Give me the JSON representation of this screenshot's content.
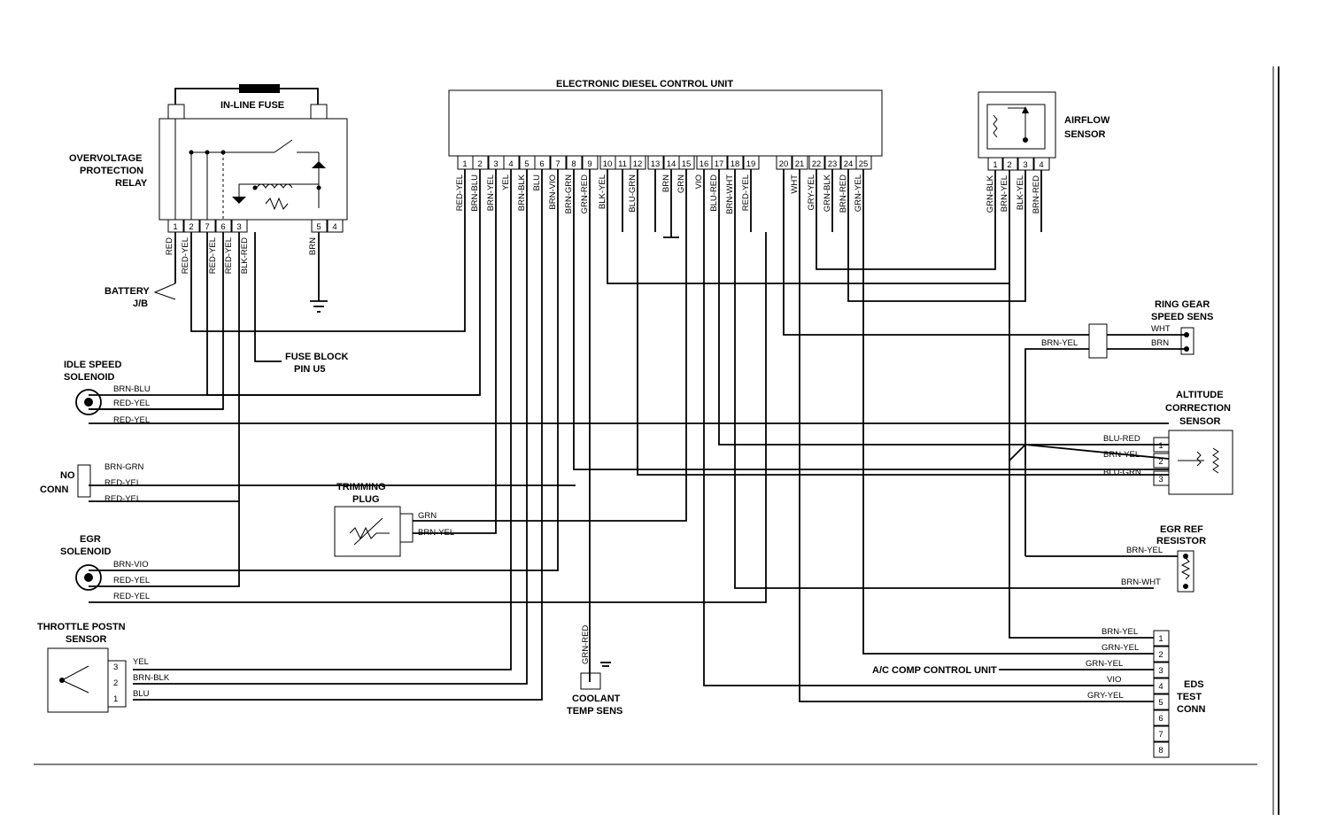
{
  "labels": {
    "ecu": "ELECTRONIC DIESEL CONTROL UNIT",
    "inline_fuse": "IN-LINE FUSE",
    "ovp_relay": [
      "OVERVOLTAGE",
      "PROTECTION",
      "RELAY"
    ],
    "airflow": [
      "AIRFLOW",
      "SENSOR"
    ],
    "ring_gear": [
      "RING GEAR",
      "SPEED SENS"
    ],
    "altitude": [
      "ALTITUDE",
      "CORRECTION",
      "SENSOR"
    ],
    "egr_ref": [
      "EGR REF",
      "RESISTOR"
    ],
    "battery": [
      "BATTERY",
      "J/B"
    ],
    "fuse_block": [
      "FUSE BLOCK",
      "PIN U5"
    ],
    "idle_speed": [
      "IDLE SPEED",
      "SOLENOID"
    ],
    "no_conn": [
      "NO",
      "CONN"
    ],
    "trimming": [
      "TRIMMING",
      "PLUG"
    ],
    "egr_sol": [
      "EGR",
      "SOLENOID"
    ],
    "throttle": [
      "THROTTLE POSTN",
      "SENSOR"
    ],
    "coolant": [
      "COOLANT",
      "TEMP SENS"
    ],
    "ac_comp": "A/C COMP CONTROL UNIT",
    "eds": [
      "EDS",
      "TEST",
      "CONN"
    ]
  },
  "ecu_pins": [
    "1",
    "2",
    "3",
    "4",
    "5",
    "6",
    "7",
    "8",
    "9",
    "10",
    "11",
    "12",
    "13",
    "14",
    "15",
    "16",
    "17",
    "18",
    "19",
    "20",
    "21",
    "22",
    "23",
    "24",
    "25"
  ],
  "ecu_wires": [
    "RED-YEL",
    "BRN-BLU",
    "BRN-YEL",
    "YEL",
    "BRN-BLK",
    "BLU",
    "BRN-VIO",
    "BRN-GRN",
    "GRN-RED",
    "BLK-YEL",
    "",
    "BLU-GRN",
    "",
    "BRN",
    "GRN",
    "VIO",
    "BLU-RED",
    "BRN-WHT",
    "RED-YEL",
    "",
    "WHT",
    "GRY-YEL",
    "GRN-BLK",
    "BRN-RED",
    "GRN-YEL"
  ],
  "relay_pins": [
    "1",
    "2",
    "7",
    "6",
    "3",
    "5",
    "4"
  ],
  "relay_wires": [
    "RED",
    "RED-YEL",
    "RED-YEL",
    "RED-YEL",
    "BLK-RED",
    "BRN"
  ],
  "airflow_pins": [
    "1",
    "2",
    "3",
    "4"
  ],
  "airflow_wires": [
    "GRN-BLK",
    "BRN-YEL",
    "BLK-YEL",
    "BRN-RED"
  ],
  "idle_wires": [
    "BRN-BLU",
    "RED-YEL",
    "RED-YEL"
  ],
  "noconn_wires": [
    "BRN-GRN",
    "RED-YEL",
    "RED-YEL"
  ],
  "trim_wires": [
    "GRN",
    "BRN-YEL"
  ],
  "egr_wires": [
    "BRN-VIO",
    "RED-YEL",
    "RED-YEL"
  ],
  "tps_pins": [
    "3",
    "2",
    "1"
  ],
  "tps_wires": [
    "YEL",
    "BRN-BLK",
    "BLU"
  ],
  "coolant_wire": "GRN-RED",
  "ring_wires": [
    "WHT",
    "BRN",
    "BRN-YEL"
  ],
  "alt_pins": [
    "1",
    "2",
    "3"
  ],
  "alt_wires": [
    "BLU-RED",
    "BRN-YEL",
    "BLU-GRN"
  ],
  "egrref_wires": [
    "BRN-YEL",
    "BRN-WHT"
  ],
  "eds_pins": [
    "1",
    "2",
    "3",
    "4",
    "5",
    "6",
    "7",
    "8"
  ],
  "eds_wires": [
    "BRN-YEL",
    "GRN-YEL",
    "GRN-YEL",
    "VIO",
    "GRY-YEL"
  ]
}
